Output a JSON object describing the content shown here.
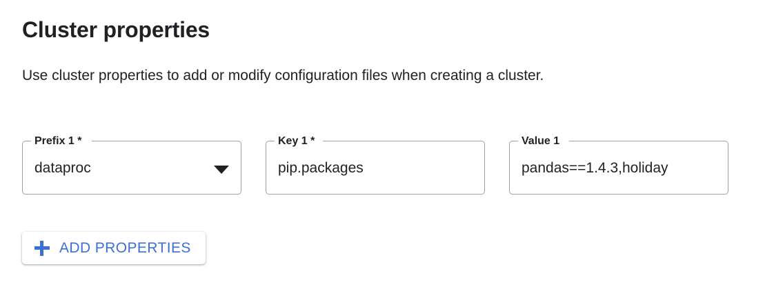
{
  "header": {
    "title": "Cluster properties",
    "description": "Use cluster properties to add or modify configuration files when creating a cluster."
  },
  "fields": [
    {
      "name": "prefix-1",
      "label": "Prefix 1 *",
      "value": "dataproc",
      "type": "select",
      "icon": "chevron-down-icon",
      "required": true
    },
    {
      "name": "key-1",
      "label": "Key 1 *",
      "value": "pip.packages",
      "type": "text",
      "required": true
    },
    {
      "name": "value-1",
      "label": "Value 1",
      "value": "pandas==1.4.3,holiday",
      "type": "text",
      "required": false
    }
  ],
  "actions": {
    "add_properties_label": "ADD PROPERTIES",
    "add_properties_icon": "plus-icon"
  },
  "colors": {
    "accent_blue": "#3b6fd4",
    "text_primary": "#202124",
    "field_border": "#9aa0a6",
    "background": "#ffffff"
  }
}
